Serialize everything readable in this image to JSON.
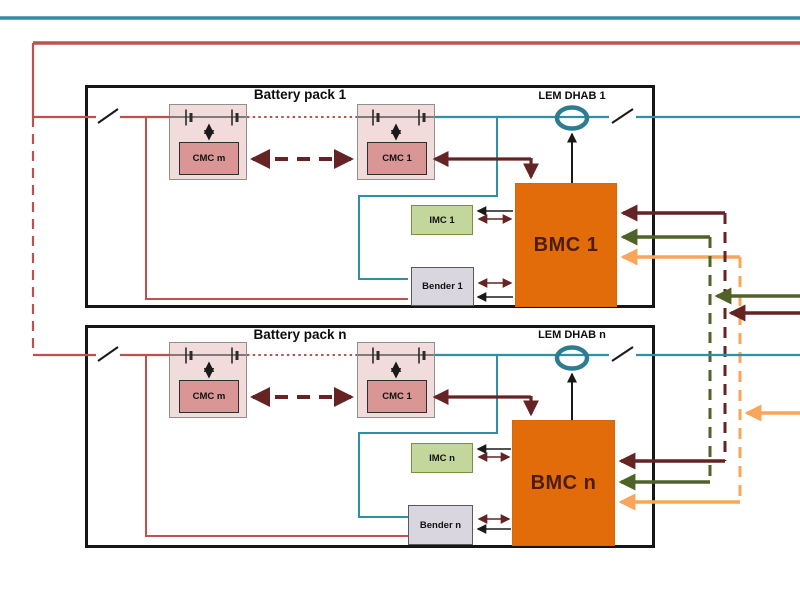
{
  "figure": {
    "type": "battery-system-architecture-diagram",
    "colors": {
      "hv_positive_bus": "#2e8fa6",
      "hv_negative_bus": "#c0504d",
      "daisy_chain_maroon": "#632423",
      "signal_green": "#4f6228",
      "signal_orange": "#f9a65a",
      "bmc_fill": "#e36c0a",
      "cmc_fill": "#d99694",
      "cmc_group_fill": "#f2dcdb",
      "imc_fill": "#c3d69b",
      "bender_fill": "#d9d6e0"
    }
  },
  "packs": [
    {
      "title": "Battery pack 1",
      "cmc_m": "CMC m",
      "cmc_1": "CMC 1",
      "imc": "IMC 1",
      "bender": "Bender 1",
      "bmc": "BMC 1",
      "lem": "LEM DHAB 1"
    },
    {
      "title": "Battery pack n",
      "cmc_m": "CMC m",
      "cmc_1": "CMC 1",
      "imc": "IMC n",
      "bender": "Bender n",
      "bmc": "BMC n",
      "lem": "LEM DHAB n"
    }
  ]
}
